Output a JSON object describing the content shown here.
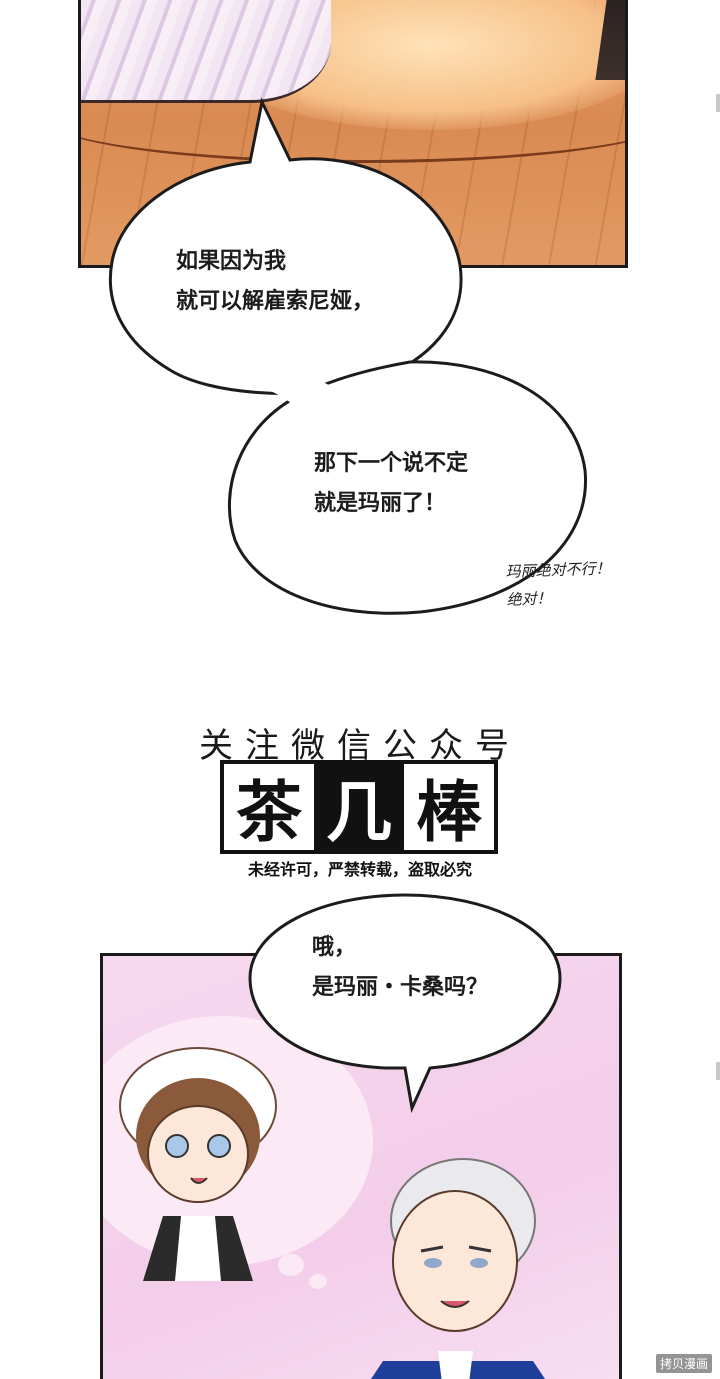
{
  "bubbles": {
    "b1": {
      "line1": "如果因为我",
      "line2": "就可以解雇索尼娅，"
    },
    "b2": {
      "line1": "那下一个说不定",
      "line2": "就是玛丽了！"
    },
    "b3": {
      "line1": "哦，",
      "line2": "是玛丽・卡桑吗？"
    }
  },
  "aside": {
    "line1": "玛丽绝对不行！",
    "line2": "绝对！"
  },
  "watermark": {
    "top": "关注微信公众号",
    "char1": "茶",
    "char2": "几",
    "char3": "棒",
    "bottom": "未经许可，严禁转载，盗取必究"
  },
  "corner_watermark": "拷贝漫画",
  "colors": {
    "floor": "#d98a52",
    "panel_bg_pink": "#f3cde9",
    "ink": "#1a1a1a"
  }
}
